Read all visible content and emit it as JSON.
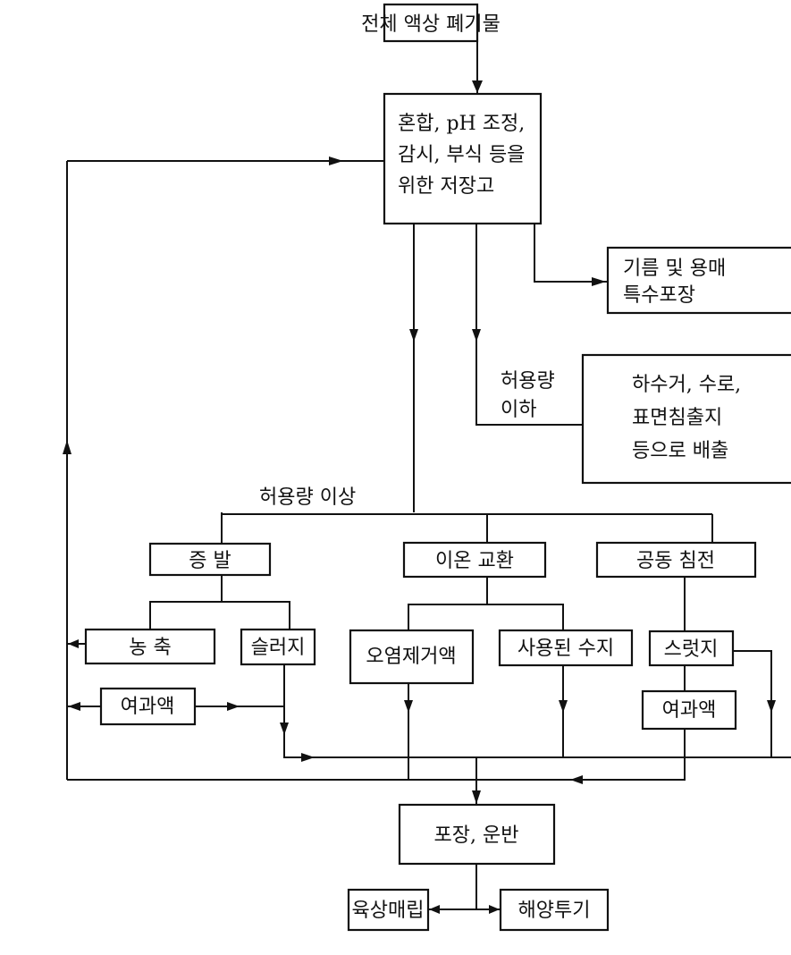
{
  "nodes": {
    "all_liquid_waste": "전체 액상 폐기물",
    "storage": [
      "혼합, pH 조정,",
      "감시, 부식 등을",
      "위한 저장고"
    ],
    "oil_solvent": [
      "기름 및 용매",
      "특수포장"
    ],
    "discharge": [
      "하수거, 수로,",
      "표면침출지",
      "등으로 배출"
    ],
    "evaporation": "증 발",
    "ion_exchange": "이온 교환",
    "coprecipitation": "공동 침전",
    "concentrate": "농 축",
    "sludge_evap": "슬러지",
    "decon_liquid": "오염제거액",
    "used_resin": "사용된 수지",
    "sludge_coprec": "스럿지",
    "filtrate_left": "여과액",
    "filtrate_right": "여과액",
    "packaging": "포장, 운반",
    "land_burial": "육상매립",
    "sea_dumping": "해양투기"
  },
  "labels": {
    "below_limit": [
      "허용량",
      "이하"
    ],
    "above_limit": "허용량 이상"
  }
}
